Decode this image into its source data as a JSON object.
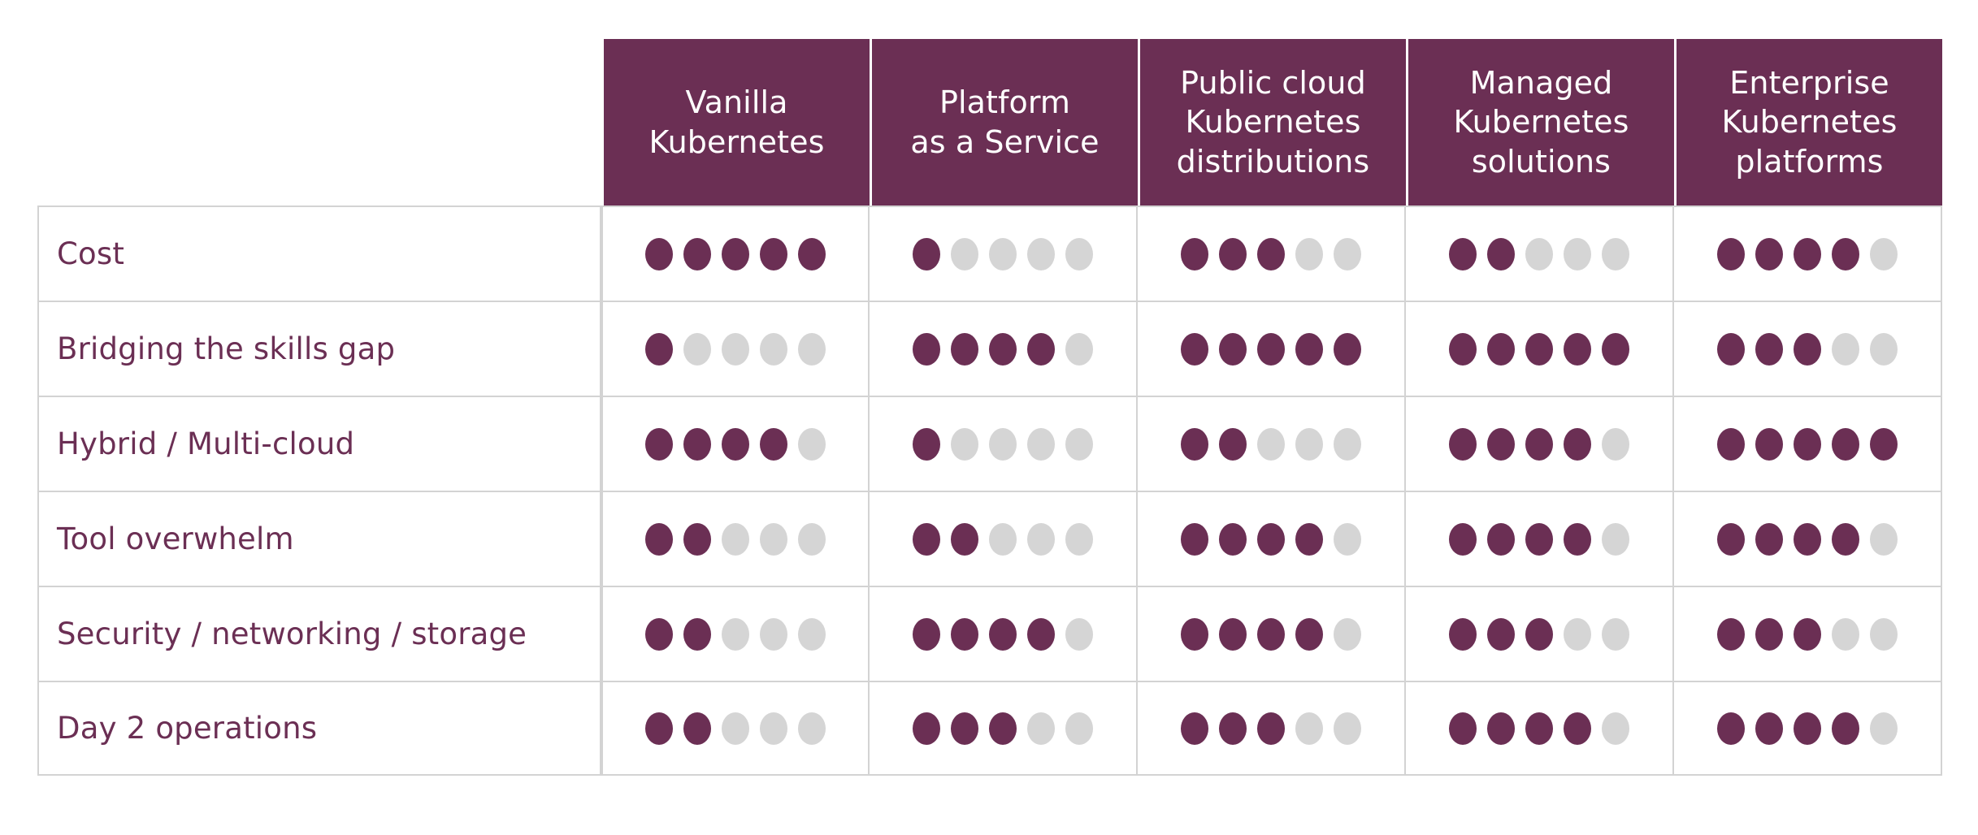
{
  "theme": {
    "accent": "#6B2F54",
    "dot_filled": "#6B2F54",
    "dot_empty": "#D5D5D5",
    "grid_line": "#D3D3D3",
    "header_text": "#FFFFFF",
    "background": "#FFFFFF"
  },
  "table": {
    "corner_label": "",
    "scale_max": 5,
    "columns": [
      {
        "lines": [
          "Vanilla",
          "Kubernetes"
        ],
        "label": "Vanilla Kubernetes"
      },
      {
        "lines": [
          "Platform",
          "as a Service"
        ],
        "label": "Platform as a Service"
      },
      {
        "lines": [
          "Public cloud",
          "Kubernetes",
          "distributions"
        ],
        "label": "Public cloud Kubernetes distributions"
      },
      {
        "lines": [
          "Managed",
          "Kubernetes",
          "solutions"
        ],
        "label": "Managed Kubernetes solutions"
      },
      {
        "lines": [
          "Enterprise",
          "Kubernetes",
          "platforms"
        ],
        "label": "Enterprise Kubernetes platforms"
      }
    ],
    "rows": [
      {
        "label": "Cost",
        "values": [
          5,
          1,
          3,
          2,
          4
        ]
      },
      {
        "label": "Bridging the skills gap",
        "values": [
          1,
          4,
          5,
          5,
          3
        ]
      },
      {
        "label": "Hybrid / Multi-cloud",
        "values": [
          4,
          1,
          2,
          4,
          5
        ]
      },
      {
        "label": "Tool overwhelm",
        "values": [
          2,
          2,
          4,
          4,
          4
        ]
      },
      {
        "label": "Security / networking / storage",
        "values": [
          2,
          4,
          4,
          3,
          3
        ]
      },
      {
        "label": "Day 2 operations",
        "values": [
          2,
          3,
          3,
          4,
          4
        ]
      }
    ]
  },
  "chart_data": {
    "type": "heatmap",
    "title": "",
    "xlabel": "",
    "ylabel": "",
    "categories": [
      "Vanilla Kubernetes",
      "Platform as a Service",
      "Public cloud Kubernetes distributions",
      "Managed Kubernetes solutions",
      "Enterprise Kubernetes platforms"
    ],
    "rows": [
      "Cost",
      "Bridging the skills gap",
      "Hybrid / Multi-cloud",
      "Tool overwhelm",
      "Security / networking / storage",
      "Day 2 operations"
    ],
    "series": [
      {
        "name": "Cost",
        "values": [
          5,
          1,
          3,
          2,
          4
        ]
      },
      {
        "name": "Bridging the skills gap",
        "values": [
          1,
          4,
          5,
          5,
          3
        ]
      },
      {
        "name": "Hybrid / Multi-cloud",
        "values": [
          4,
          1,
          2,
          4,
          5
        ]
      },
      {
        "name": "Tool overwhelm",
        "values": [
          2,
          2,
          4,
          4,
          4
        ]
      },
      {
        "name": "Security / networking / storage",
        "values": [
          2,
          4,
          4,
          3,
          3
        ]
      },
      {
        "name": "Day 2 operations",
        "values": [
          2,
          3,
          3,
          4,
          4
        ]
      }
    ],
    "value_range": [
      0,
      5
    ],
    "encoding": "5-dot rating; filled dots = score",
    "grid": true,
    "legend": "none"
  }
}
